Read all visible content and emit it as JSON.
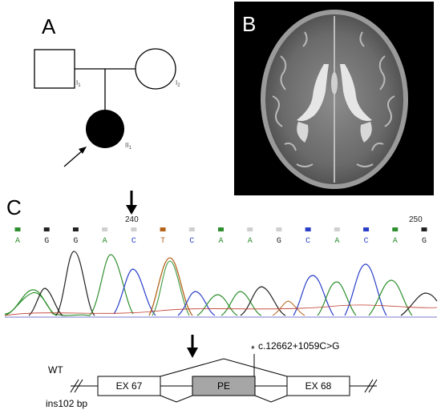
{
  "panels": {
    "a": "A",
    "b": "B",
    "c": "C"
  },
  "pedigree": {
    "father_label": "I",
    "father_sub": "1",
    "mother_label": "I",
    "mother_sub": "2",
    "proband_label": "II",
    "proband_sub": "1"
  },
  "sequence": {
    "bases": [
      "A",
      "G",
      "G",
      "A",
      "C",
      "T",
      "C",
      "A",
      "A",
      "G",
      "C",
      "A",
      "C",
      "A",
      "G"
    ],
    "base_colors": {
      "A": "#2f8f2f",
      "C": "#2a3fc9",
      "G": "#222222",
      "T": "#b5631a"
    },
    "tick_left": "240",
    "tick_right": "250"
  },
  "exon_diagram": {
    "mutation_label": "c.12662+1059C>G",
    "asterisk": "*",
    "wt_label": "WT",
    "ins_label": "ins102 bp",
    "exon_left": "EX 67",
    "exon_middle": "PE",
    "exon_right": "EX 68"
  }
}
